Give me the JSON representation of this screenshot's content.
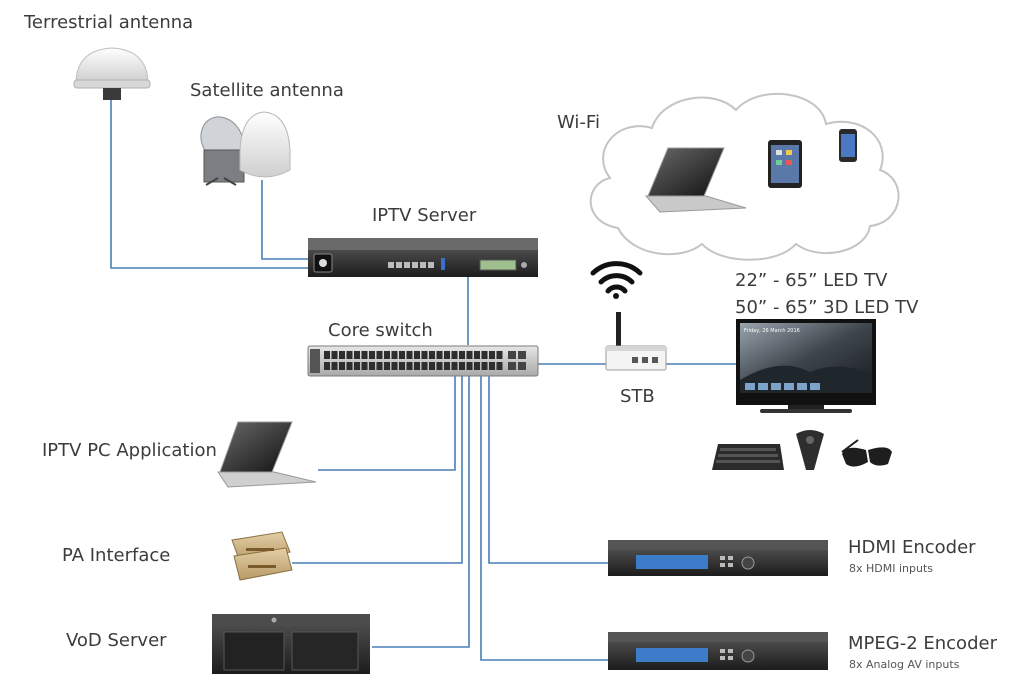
{
  "labels": {
    "terrestrial_antenna": "Terrestrial antenna",
    "satellite_antenna": "Satellite  antenna",
    "iptv_server": "IPTV Server",
    "core_switch": "Core switch",
    "wifi": "Wi-Fi",
    "led_tv": "22” - 65” LED TV",
    "led_3d_tv": "50” - 65” 3D LED TV",
    "stb": "STB",
    "iptv_pc_application": "IPTV PC Application",
    "pa_interface": "PA Interface",
    "vod_server": "VoD Server",
    "hdmi_encoder": "HDMI Encoder",
    "hdmi_inputs": "8x HDMI inputs",
    "mpeg2_encoder": "MPEG-2 Encoder",
    "analog_inputs": "8x Analog AV inputs"
  },
  "tv_screen_text": "Friday, 26 March 2016",
  "colors": {
    "link_line": "#4a7fb5",
    "device_dark": "#2a2a2a",
    "label_text": "#3c3c3c"
  }
}
